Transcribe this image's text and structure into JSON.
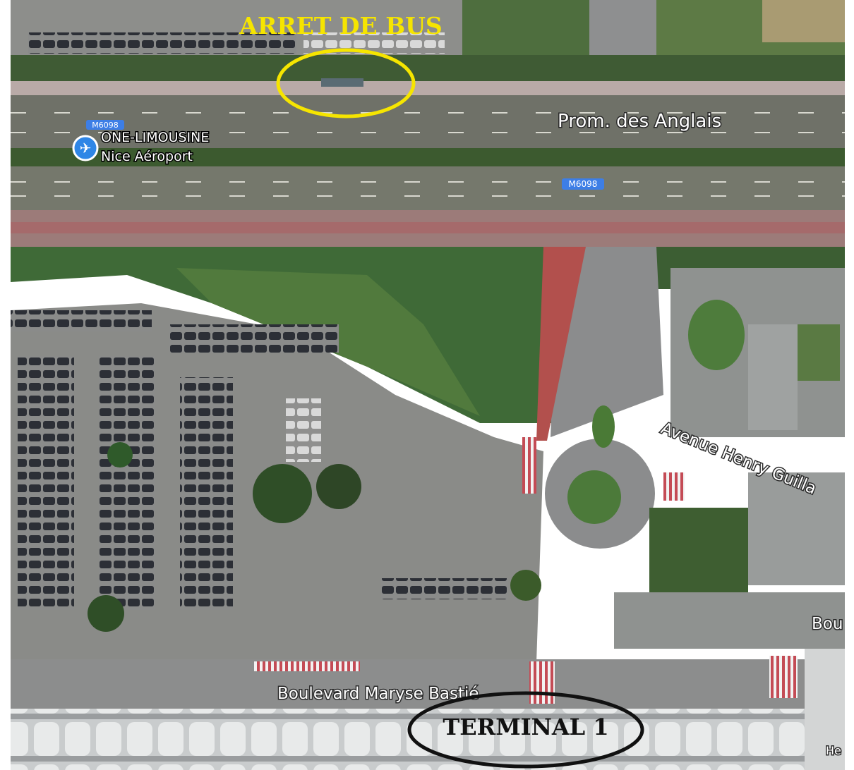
{
  "annotations": {
    "bus_stop": "ARRET DE BUS",
    "terminal": "TERMINAL 1"
  },
  "roads": {
    "promenade": "Prom. des Anglais",
    "route_badge": "M6098",
    "avenue": "Avenue Henry Guilla",
    "boulevard": "Boulevard Maryse Bastié",
    "boulevard_partial": "Bou",
    "edge_partial": "He"
  },
  "poi": {
    "name_line1": "ONE-LIMOUSINE",
    "name_line2": "Nice Aéroport",
    "icon": "airplane-icon"
  },
  "colors": {
    "annotation_yellow": "#f6e500",
    "annotation_black": "#111111",
    "badge_blue": "#3d7ee6"
  }
}
